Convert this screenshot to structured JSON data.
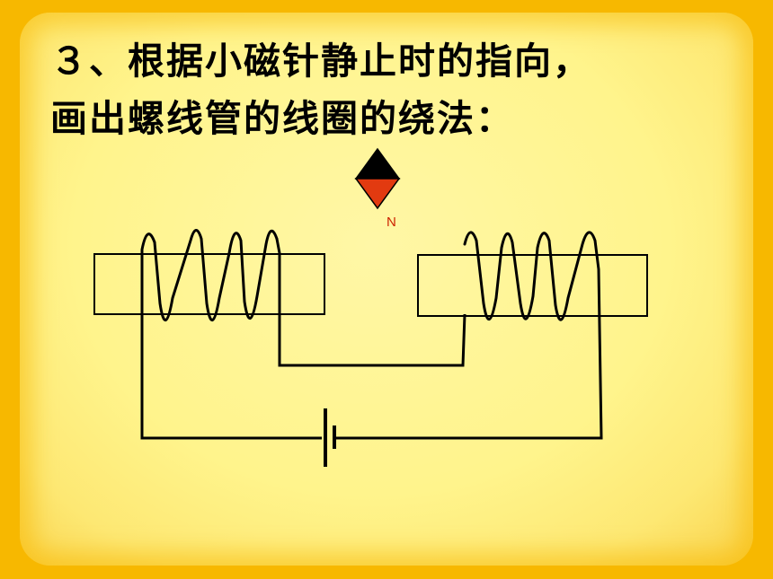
{
  "question": {
    "line1": "３、根据小磁针静止时的指向，",
    "line2": "画出螺线管的线圈的绕法："
  },
  "magnet_needle": {
    "pole_label": "N",
    "north_color": "#e23a10",
    "south_color": "#000000"
  },
  "colors": {
    "background": "#f7b800",
    "panel": "#fff48c",
    "text": "#000000"
  }
}
